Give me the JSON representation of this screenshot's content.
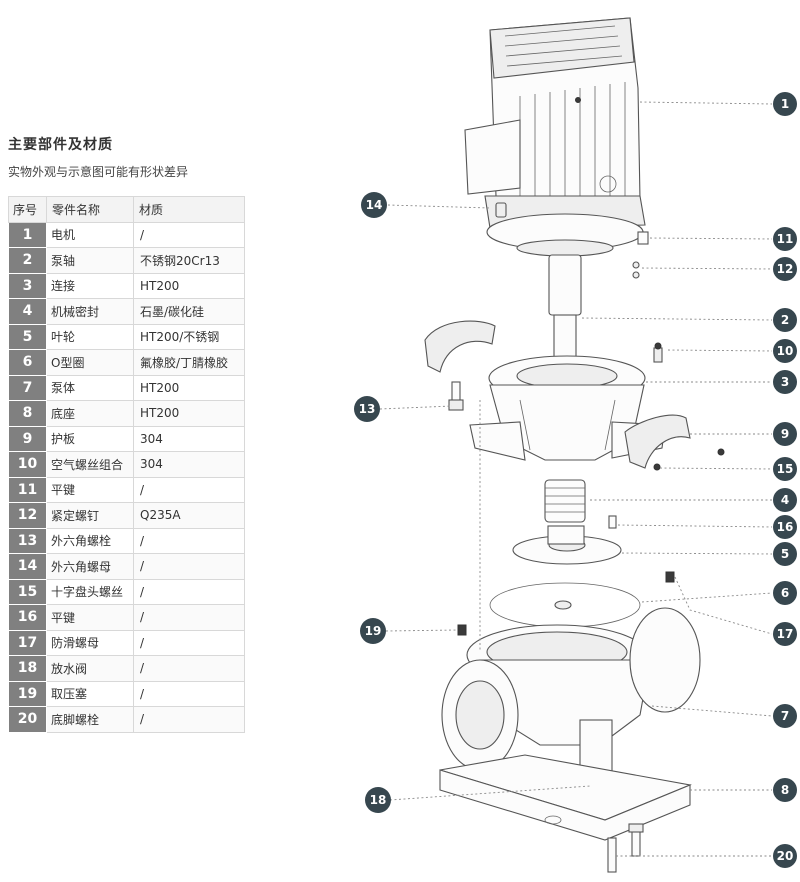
{
  "title": "主要部件及材质",
  "subtitle": "实物外观与示意图可能有形状差异",
  "table": {
    "headers": [
      "序号",
      "零件名称",
      "材质"
    ],
    "rows": [
      {
        "no": "1",
        "name": "电机",
        "material": "/"
      },
      {
        "no": "2",
        "name": "泵轴",
        "material": "不锈钢20Cr13"
      },
      {
        "no": "3",
        "name": "连接",
        "material": "HT200"
      },
      {
        "no": "4",
        "name": "机械密封",
        "material": "石墨/碳化硅"
      },
      {
        "no": "5",
        "name": "叶轮",
        "material": "HT200/不锈钢"
      },
      {
        "no": "6",
        "name": "O型圈",
        "material": "氟橡胶/丁腈橡胶"
      },
      {
        "no": "7",
        "name": "泵体",
        "material": "HT200"
      },
      {
        "no": "8",
        "name": "底座",
        "material": "HT200"
      },
      {
        "no": "9",
        "name": "护板",
        "material": "304"
      },
      {
        "no": "10",
        "name": "空气螺丝组合",
        "material": "304"
      },
      {
        "no": "11",
        "name": "平键",
        "material": "/"
      },
      {
        "no": "12",
        "name": "紧定螺钉",
        "material": "Q235A"
      },
      {
        "no": "13",
        "name": "外六角螺栓",
        "material": "/"
      },
      {
        "no": "14",
        "name": "外六角螺母",
        "material": "/"
      },
      {
        "no": "15",
        "name": "十字盘头螺丝",
        "material": "/"
      },
      {
        "no": "16",
        "name": "平键",
        "material": "/"
      },
      {
        "no": "17",
        "name": "防滑螺母",
        "material": "/"
      },
      {
        "no": "18",
        "name": "放水阀",
        "material": "/"
      },
      {
        "no": "19",
        "name": "取压塞",
        "material": "/"
      },
      {
        "no": "20",
        "name": "底脚螺栓",
        "material": "/"
      }
    ]
  },
  "callouts": [
    "1",
    "14",
    "11",
    "12",
    "2",
    "10",
    "3",
    "13",
    "9",
    "15",
    "4",
    "16",
    "5",
    "6",
    "19",
    "17",
    "7",
    "18",
    "8",
    "20"
  ],
  "colors": {
    "callout": "#37474f",
    "number_cell": "#808080"
  }
}
